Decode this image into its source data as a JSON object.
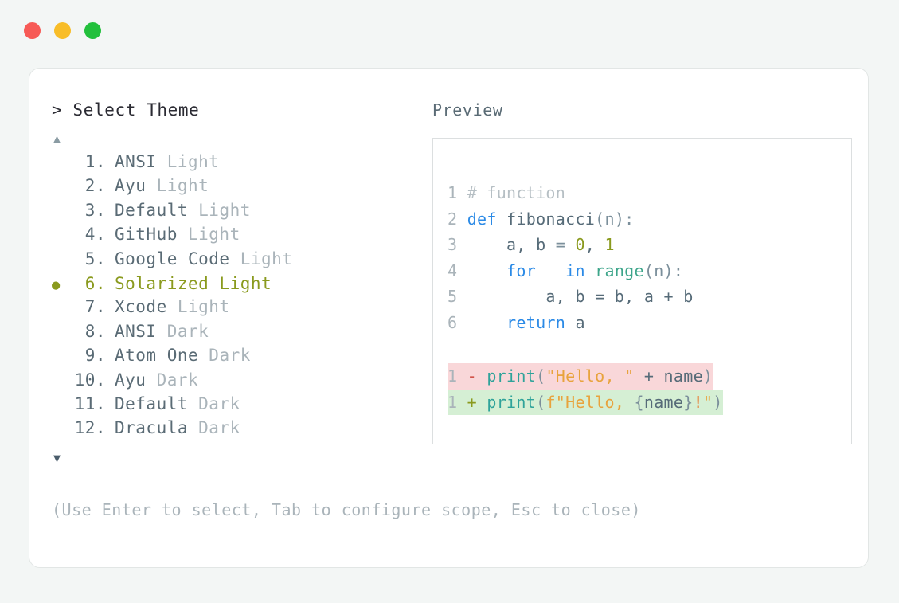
{
  "window": {
    "traffic_lights": [
      {
        "name": "close",
        "color": "#f75a56"
      },
      {
        "name": "minimize",
        "color": "#f8bd28"
      },
      {
        "name": "maximize",
        "color": "#22c03c"
      }
    ]
  },
  "picker": {
    "prompt": "> Select Theme",
    "scroll_up_icon": "▲",
    "scroll_down_icon": "▼",
    "selected_index": 6,
    "selected_bullet": "●",
    "items": [
      {
        "num": "1.",
        "name": "ANSI",
        "variant": "Light",
        "selected": false,
        "bullet": ""
      },
      {
        "num": "2.",
        "name": "Ayu",
        "variant": "Light",
        "selected": false,
        "bullet": ""
      },
      {
        "num": "3.",
        "name": "Default",
        "variant": "Light",
        "selected": false,
        "bullet": ""
      },
      {
        "num": "4.",
        "name": "GitHub",
        "variant": "Light",
        "selected": false,
        "bullet": ""
      },
      {
        "num": "5.",
        "name": "Google Code",
        "variant": "Light",
        "selected": false,
        "bullet": ""
      },
      {
        "num": "6.",
        "name": "Solarized",
        "variant": "Light",
        "selected": true,
        "bullet": "●"
      },
      {
        "num": "7.",
        "name": "Xcode",
        "variant": "Light",
        "selected": false,
        "bullet": ""
      },
      {
        "num": "8.",
        "name": "ANSI",
        "variant": "Dark",
        "selected": false,
        "bullet": ""
      },
      {
        "num": "9.",
        "name": "Atom One",
        "variant": "Dark",
        "selected": false,
        "bullet": ""
      },
      {
        "num": "10.",
        "name": "Ayu",
        "variant": "Dark",
        "selected": false,
        "bullet": ""
      },
      {
        "num": "11.",
        "name": "Default",
        "variant": "Dark",
        "selected": false,
        "bullet": ""
      },
      {
        "num": "12.",
        "name": "Dracula",
        "variant": "Dark",
        "selected": false,
        "bullet": ""
      }
    ]
  },
  "preview": {
    "title": "Preview",
    "code_lines": [
      {
        "ln": "1",
        "tokens": [
          {
            "t": "# function",
            "c": "tok-comment"
          }
        ]
      },
      {
        "ln": "2",
        "tokens": [
          {
            "t": "def ",
            "c": "tok-kw"
          },
          {
            "t": "fibonacci",
            "c": "tok-plain"
          },
          {
            "t": "(n):",
            "c": "tok-punct"
          }
        ]
      },
      {
        "ln": "3",
        "tokens": [
          {
            "t": "    a, b ",
            "c": "tok-plain"
          },
          {
            "t": "= ",
            "c": "tok-punct"
          },
          {
            "t": "0",
            "c": "tok-num"
          },
          {
            "t": ", ",
            "c": "tok-plain"
          },
          {
            "t": "1",
            "c": "tok-num"
          }
        ]
      },
      {
        "ln": "4",
        "tokens": [
          {
            "t": "    ",
            "c": "tok-plain"
          },
          {
            "t": "for ",
            "c": "tok-kw"
          },
          {
            "t": "_ ",
            "c": "tok-plain"
          },
          {
            "t": "in ",
            "c": "tok-kw"
          },
          {
            "t": "range",
            "c": "tok-fn"
          },
          {
            "t": "(n):",
            "c": "tok-punct"
          }
        ]
      },
      {
        "ln": "5",
        "tokens": [
          {
            "t": "        a, b = b, a + b",
            "c": "tok-plain"
          }
        ]
      },
      {
        "ln": "6",
        "tokens": [
          {
            "t": "    ",
            "c": "tok-plain"
          },
          {
            "t": "return ",
            "c": "tok-kw"
          },
          {
            "t": "a",
            "c": "tok-plain"
          }
        ]
      }
    ],
    "diff_lines": [
      {
        "ln": "1",
        "kind": "removed",
        "sign": "-",
        "tokens": [
          {
            "t": "print",
            "c": "tok-call"
          },
          {
            "t": "(",
            "c": "tok-punct"
          },
          {
            "t": "\"Hello, \"",
            "c": "tok-str"
          },
          {
            "t": " + ",
            "c": "tok-plain"
          },
          {
            "t": "name",
            "c": "tok-plain"
          },
          {
            "t": ")",
            "c": "tok-punct"
          }
        ]
      },
      {
        "ln": "1",
        "kind": "added",
        "sign": "+",
        "tokens": [
          {
            "t": "print",
            "c": "tok-call"
          },
          {
            "t": "(",
            "c": "tok-punct"
          },
          {
            "t": "f\"Hello, ",
            "c": "tok-str"
          },
          {
            "t": "{",
            "c": "tok-punct"
          },
          {
            "t": "name",
            "c": "tok-plain"
          },
          {
            "t": "}",
            "c": "tok-punct"
          },
          {
            "t": "!",
            "c": "tok-bang"
          },
          {
            "t": "\"",
            "c": "tok-str"
          },
          {
            "t": ")",
            "c": "tok-punct"
          }
        ]
      }
    ]
  },
  "footer": {
    "hint": "(Use Enter to select, Tab to configure scope, Esc to close)"
  }
}
